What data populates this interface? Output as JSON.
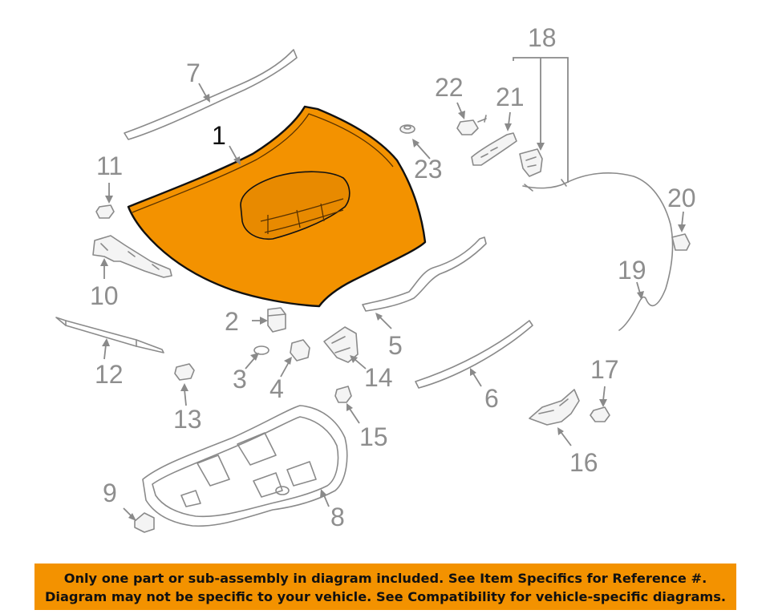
{
  "callouts": {
    "c1": "1",
    "c2": "2",
    "c3": "3",
    "c4": "4",
    "c5": "5",
    "c6": "6",
    "c7": "7",
    "c8": "8",
    "c9": "9",
    "c10": "10",
    "c11": "11",
    "c12": "12",
    "c13": "13",
    "c14": "14",
    "c15": "15",
    "c16": "16",
    "c17": "17",
    "c18": "18",
    "c19": "19",
    "c20": "20",
    "c21": "21",
    "c22": "22",
    "c23": "23"
  },
  "colors": {
    "highlight": "#f39200",
    "line": "#8a8a8a",
    "outline": "#111111"
  },
  "disclaimer": {
    "line1": "Only one part or sub-assembly in diagram included. See Item Specifics for Reference #.",
    "line2": "Diagram may not be specific to your vehicle. See Compatibility for vehicle-specific diagrams."
  }
}
